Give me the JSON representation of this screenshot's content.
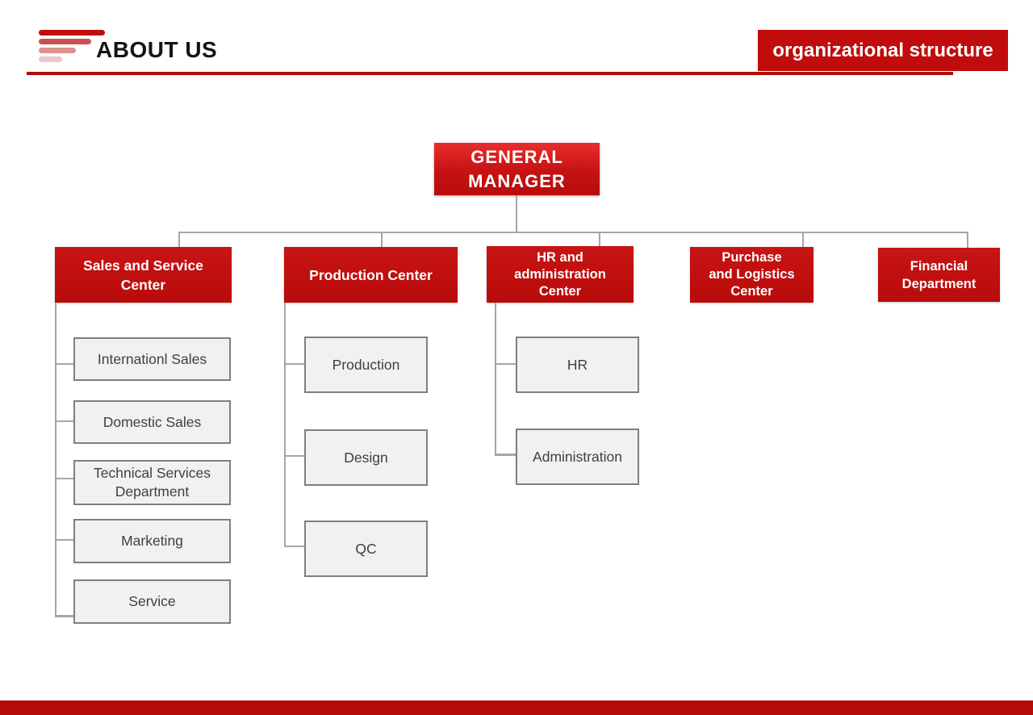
{
  "header": {
    "title": "ABOUT US",
    "badge": "organizational structure",
    "logo_icon": "red-stacked-bars-logo"
  },
  "org_chart": {
    "root": {
      "label": "GENERAL MANAGER",
      "lines": [
        "GENERAL",
        "MANAGER"
      ]
    },
    "branches": [
      {
        "label": "Sales and Service Center",
        "lines": [
          "Sales and Service",
          "Center"
        ],
        "children": [
          "Internationl Sales",
          "Domestic Sales",
          "Technical Services Department",
          "Marketing",
          "Service"
        ]
      },
      {
        "label": "Production Center",
        "lines": [
          "Production Center"
        ],
        "children": [
          "Production",
          "Design",
          "QC"
        ]
      },
      {
        "label": "HR and administration Center",
        "lines": [
          "HR and",
          "administration",
          "Center"
        ],
        "children": [
          "HR",
          "Administration"
        ]
      },
      {
        "label": "Purchase and Logistics Center",
        "lines": [
          "Purchase",
          "and Logistics",
          "Center"
        ],
        "children": []
      },
      {
        "label": "Financial Department",
        "lines": [
          "Financial",
          "Department"
        ],
        "children": []
      }
    ]
  },
  "colors": {
    "accent_red": "#c00d0d",
    "gradient_red_top": "#ea2d2d",
    "footer_red": "#b50b0b",
    "rule_red": "#b30d0d",
    "connector_gray": "#a6a6a6",
    "child_fill": "#f1f1f1",
    "child_border": "#7f7f7f",
    "child_text": "#3f3f3f",
    "title_text": "#141414"
  }
}
